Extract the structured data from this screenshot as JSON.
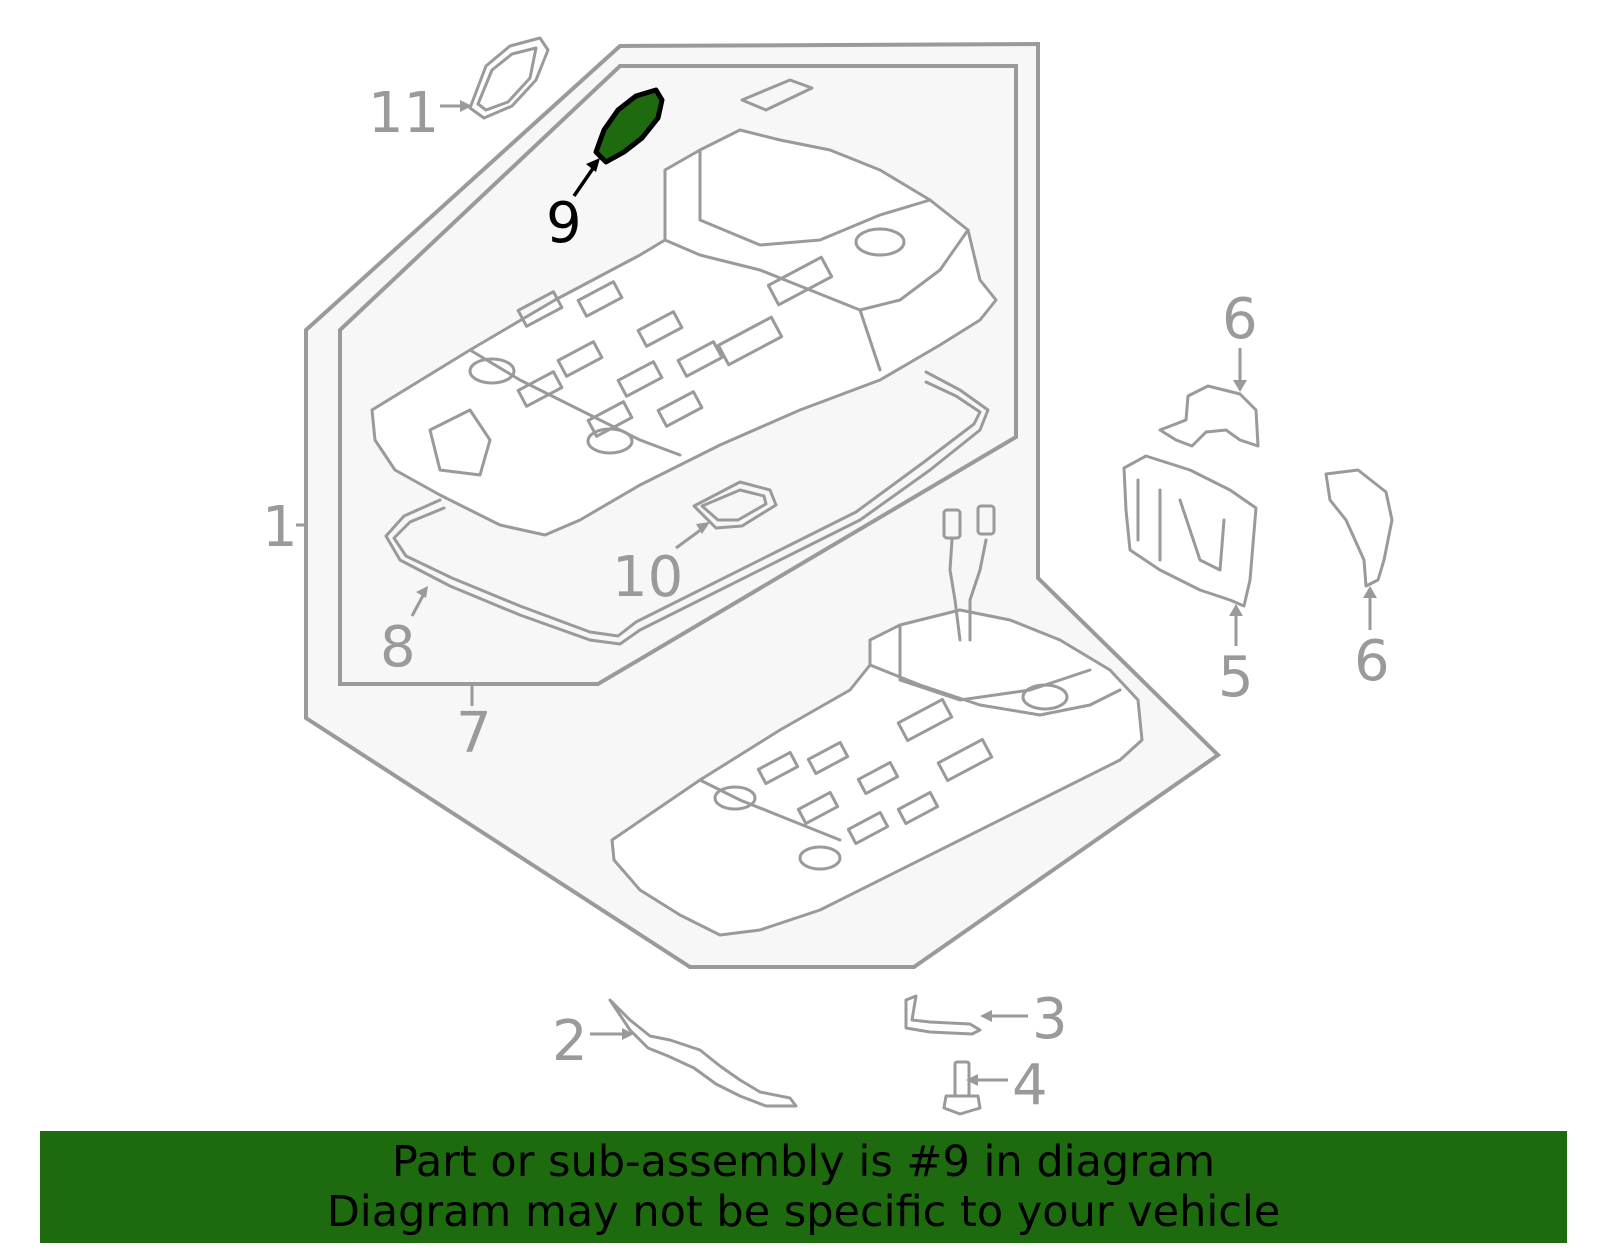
{
  "diagram": {
    "callouts": [
      {
        "id": "1",
        "label": "1"
      },
      {
        "id": "2",
        "label": "2"
      },
      {
        "id": "3",
        "label": "3"
      },
      {
        "id": "4",
        "label": "4"
      },
      {
        "id": "5",
        "label": "5"
      },
      {
        "id": "6a",
        "label": "6"
      },
      {
        "id": "6b",
        "label": "6"
      },
      {
        "id": "7",
        "label": "7"
      },
      {
        "id": "8",
        "label": "8"
      },
      {
        "id": "9",
        "label": "9"
      },
      {
        "id": "10",
        "label": "10"
      },
      {
        "id": "11",
        "label": "11"
      }
    ],
    "highlighted_part": "9",
    "colors": {
      "line_art": "#9a9a9a",
      "highlight_fill": "#1e6b0f",
      "highlight_outline": "#000000",
      "frame_fill": "#f7f7f7"
    }
  },
  "banner": {
    "line1": "Part or sub-assembly is #9 in diagram",
    "line2": "Diagram may not be specific to your vehicle",
    "background": "#1e6b0f"
  }
}
